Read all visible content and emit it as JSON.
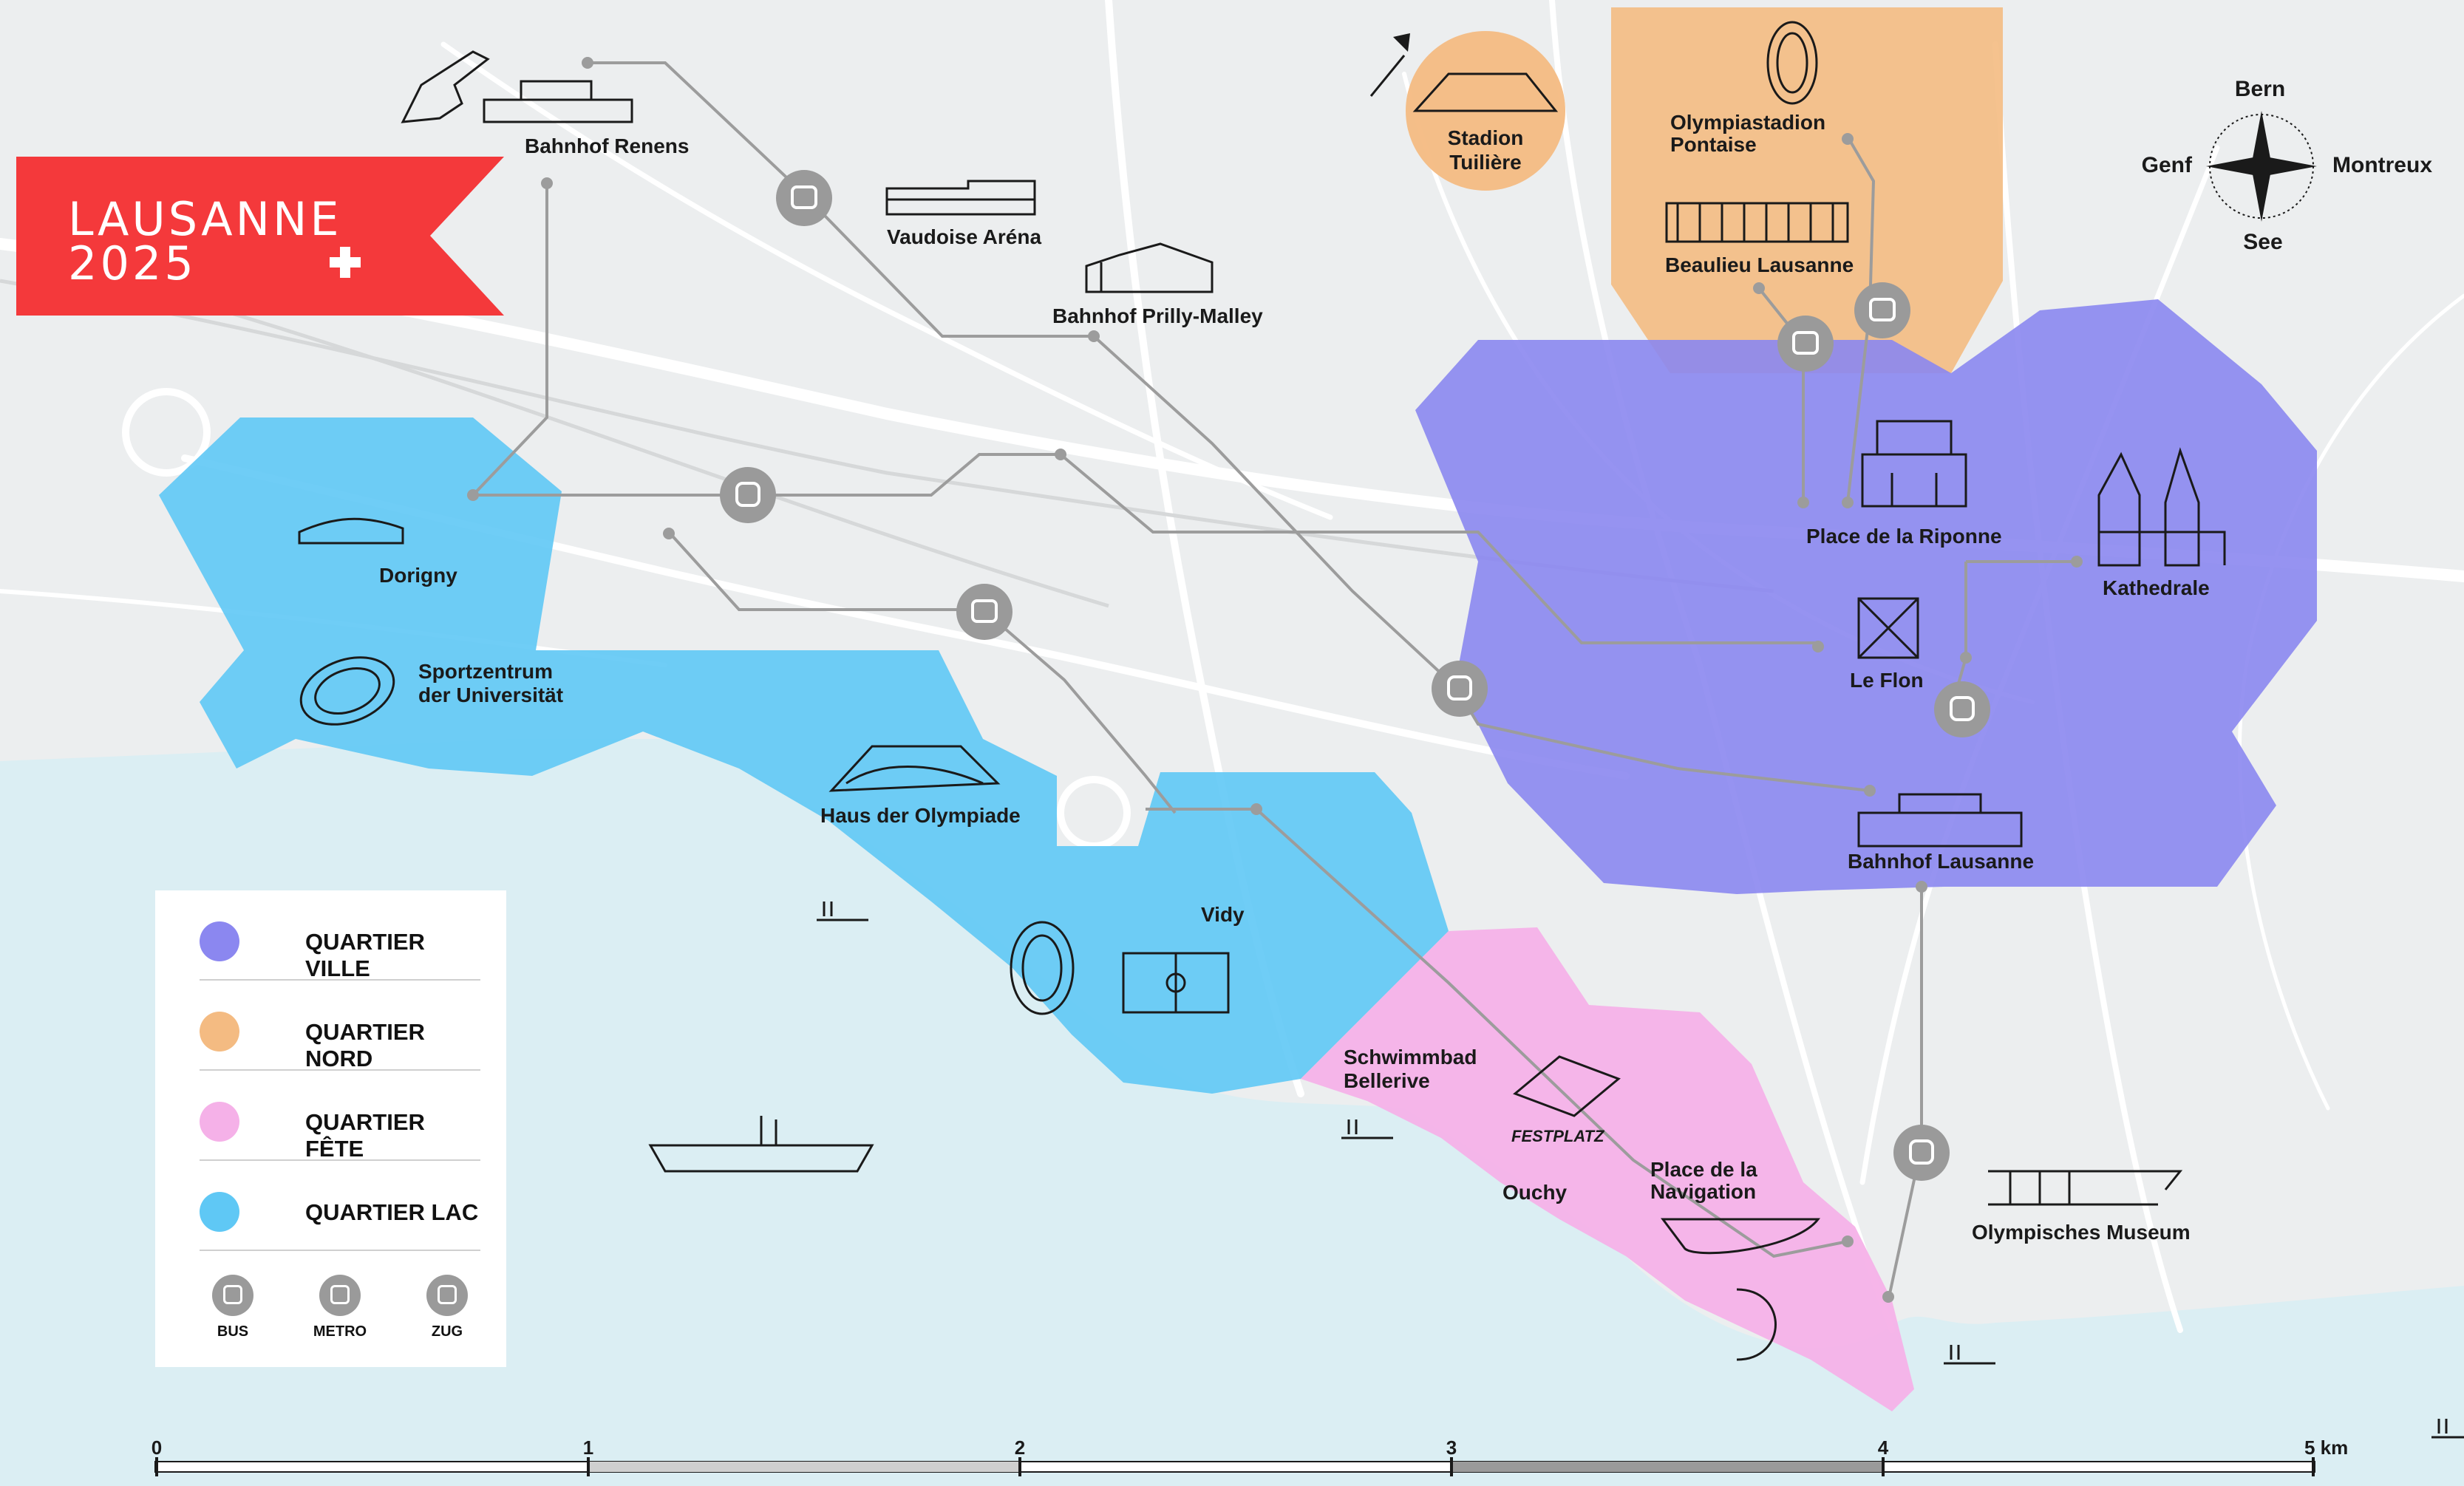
{
  "brand": {
    "line1": "LAUSANNE",
    "line2": "2025",
    "color": "#f4393b"
  },
  "compass": {
    "north": "Bern",
    "west": "Genf",
    "east": "Montreux",
    "south": "See"
  },
  "zones": {
    "ville": {
      "label": "QUARTIER VILLE",
      "color": "#8b87f0"
    },
    "nord": {
      "label": "QUARTIER NORD",
      "color": "#f4bb82"
    },
    "fete": {
      "label": "QUARTIER FÊTE",
      "color": "#f5b1e8"
    },
    "lac": {
      "label": "QUARTIER LAC",
      "color": "#5fc8f5"
    }
  },
  "transport": {
    "bus": "BUS",
    "metro": "METRO",
    "train": "ZUG"
  },
  "places": {
    "bahnhof_renens": "Bahnhof Renens",
    "vaudoise_arena": "Vaudoise Aréna",
    "bahnhof_prilly": "Bahnhof Prilly-Malley",
    "stadion_tuiliere_1": "Stadion",
    "stadion_tuiliere_2": "Tuilière",
    "olympiastadion_1": "Olympiastadion",
    "olympiastadion_2": "Pontaise",
    "beaulieu": "Beaulieu Lausanne",
    "dorigny": "Dorigny",
    "sportzentrum_1": "Sportzentrum",
    "sportzentrum_2": "der Universität",
    "riponne": "Place de la Riponne",
    "kathedrale": "Kathedrale",
    "le_flon": "Le Flon",
    "bahnhof_lausanne": "Bahnhof Lausanne",
    "haus_olympiade": "Haus der Olympiade",
    "vidy": "Vidy",
    "schwimmbad_1": "Schwimmbad",
    "schwimmbad_2": "Bellerive",
    "festplatz": "FESTPLATZ",
    "ouchy": "Ouchy",
    "navigation_1": "Place de la",
    "navigation_2": "Navigation",
    "museum": "Olympisches Museum"
  },
  "scale": {
    "ticks": [
      "0",
      "1",
      "2",
      "3",
      "4",
      "5 km"
    ]
  },
  "colors": {
    "water": "#dbeef3",
    "land": "#eceeef",
    "road": "#ffffff",
    "station": "#9a9a9a",
    "line": "#9c9c9c"
  }
}
